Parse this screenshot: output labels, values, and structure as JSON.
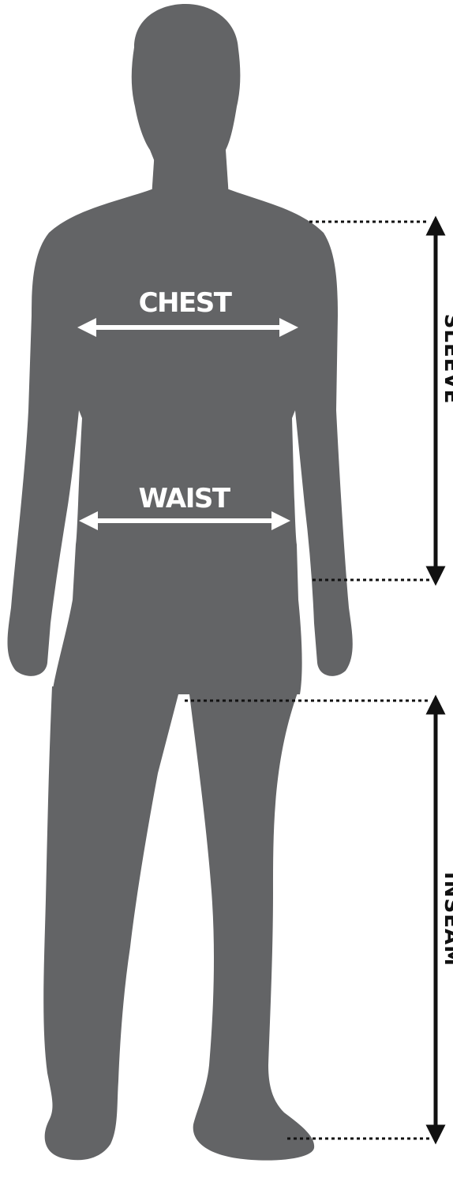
{
  "colors": {
    "background": "#ffffff",
    "silhouette": "#636466",
    "measure_arrow_on_body": "#ffffff",
    "measure_arrow_side": "#111111"
  },
  "labels": {
    "chest": "CHEST",
    "waist": "WAIST",
    "sleeve": "SLEEVE",
    "inseam": "INSEAM"
  }
}
